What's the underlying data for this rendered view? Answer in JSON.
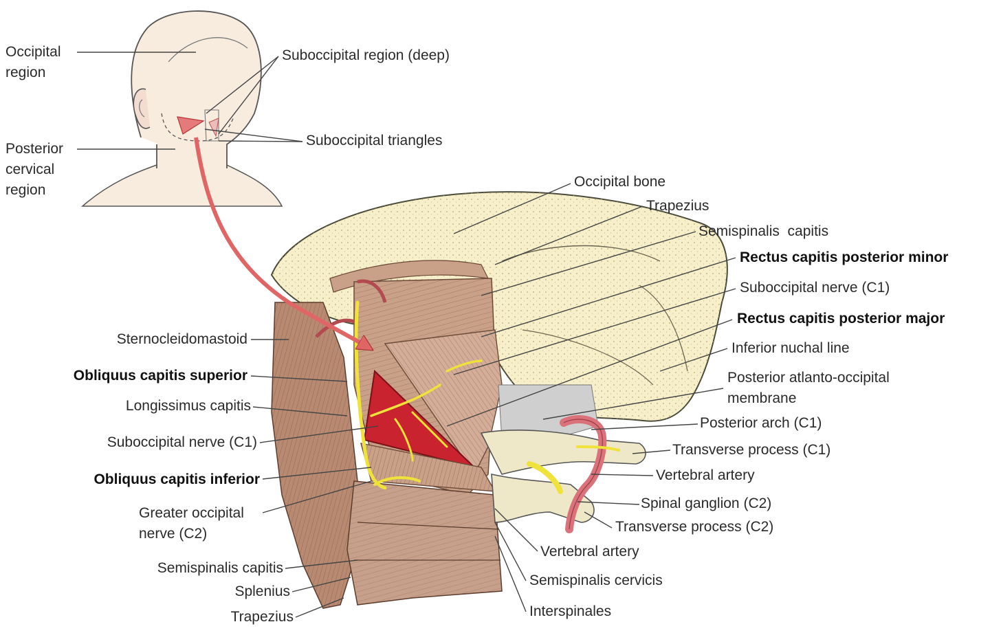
{
  "labels": {
    "occipital_region": "Occipital region",
    "posterior_cervical_region": "Posterior cervical region",
    "suboccipital_region_deep": "Suboccipital region (deep)",
    "suboccipital_triangles": "Suboccipital triangles",
    "occipital_bone": "Occipital bone",
    "trapezius_top": "Trapezius",
    "semispinalis_capitis_top": "Semispinalis  capitis",
    "rectus_capitis_posterior_minor": "Rectus capitis posterior minor",
    "suboccipital_nerve_right": "Suboccipital nerve (C1)",
    "rectus_capitis_posterior_major": "Rectus capitis posterior major",
    "inferior_nuchal_line": "Inferior nuchal line",
    "posterior_atlanto_occipital_membrane": "Posterior atlanto-occipital membrane",
    "posterior_arch_c1": "Posterior arch (C1)",
    "transverse_process_c1": "Transverse process (C1)",
    "vertebral_artery_right": "Vertebral artery",
    "spinal_ganglion_c2": "Spinal ganglion (C2)",
    "transverse_process_c2": "Transverse process (C2)",
    "vertebral_artery_bottom": "Vertebral artery",
    "semispinalis_cervicis": "Semispinalis cervicis",
    "interspinales": "Interspinales",
    "sternocleidomastoid": "Sternocleidomastoid",
    "obliquus_capitis_superior": "Obliquus capitis superior",
    "longissimus_capitis": "Longissimus capitis",
    "suboccipital_nerve_left": "Suboccipital nerve (C1)",
    "obliquus_capitis_inferior": "Obliquus capitis inferior",
    "greater_occipital_nerve": "Greater occipital nerve (C2)",
    "semispinalis_capitis_bottom": "Semispinalis capitis",
    "splenius": "Splenius",
    "trapezius_bottom": "Trapezius"
  },
  "colors": {
    "bone": "#f6efc9",
    "muscle": "#c9a088",
    "muscle_dark": "#9e6f58",
    "triangle": "#c8232e",
    "nerve": "#efe23a",
    "artery": "#d9727a",
    "skin": "#f8ecdf",
    "arrow": "#e06666",
    "leader": "#444444"
  }
}
